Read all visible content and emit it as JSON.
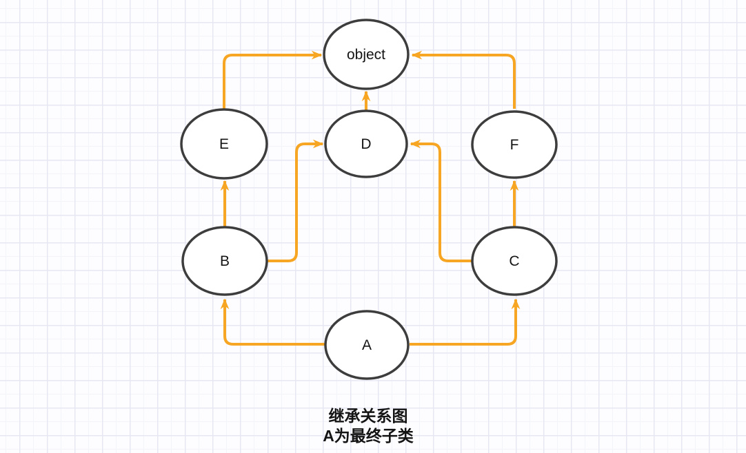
{
  "diagram": {
    "type": "inheritance-graph",
    "nodes": [
      {
        "id": "object",
        "label": "object"
      },
      {
        "id": "E",
        "label": "E"
      },
      {
        "id": "D",
        "label": "D"
      },
      {
        "id": "F",
        "label": "F"
      },
      {
        "id": "B",
        "label": "B"
      },
      {
        "id": "C",
        "label": "C"
      },
      {
        "id": "A",
        "label": "A"
      }
    ],
    "edges": [
      {
        "from": "E",
        "to": "object"
      },
      {
        "from": "D",
        "to": "object"
      },
      {
        "from": "F",
        "to": "object"
      },
      {
        "from": "B",
        "to": "E"
      },
      {
        "from": "B",
        "to": "D"
      },
      {
        "from": "C",
        "to": "D"
      },
      {
        "from": "C",
        "to": "F"
      },
      {
        "from": "A",
        "to": "B"
      },
      {
        "from": "A",
        "to": "C"
      }
    ],
    "caption": {
      "line1": "继承关系图",
      "line2": "A为最终子类"
    },
    "colors": {
      "edge": "#F6A623",
      "node_border": "#3D3D3D",
      "node_fill": "#FFFFFF",
      "text": "#141414",
      "background": "#FDFDFF",
      "grid_major": "#E7E7F3",
      "grid_minor": "#F3F3FA"
    }
  }
}
